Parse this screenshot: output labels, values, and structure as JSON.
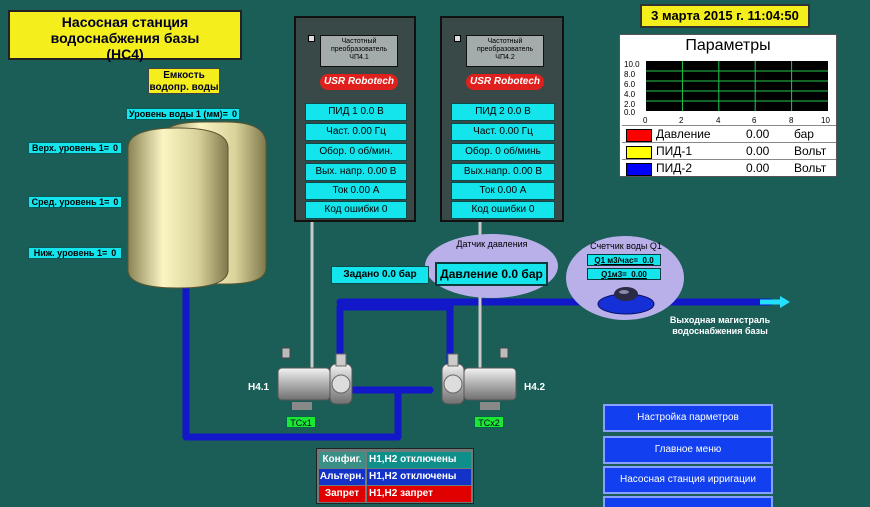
{
  "title": {
    "line1": "Насосная станция",
    "line2": "водоснабжения базы",
    "line3": "(НС4)"
  },
  "datetime": "3 марта 2015 г. 11:04:50",
  "tank": {
    "label_line1": "Емкость",
    "label_line2": "водопр. воды",
    "level_mm_label": "Уровень воды 1 (мм)=",
    "level_mm_value": "0",
    "upper_label": "Верх. уровень 1=",
    "upper_value": "0",
    "middle_label": "Сред. уровень 1=",
    "middle_value": "0",
    "lower_label": "Ниж. уровень 1=",
    "lower_value": "0"
  },
  "params": {
    "title": "Параметры",
    "y_ticks": [
      "10.0",
      "8.0",
      "6.0",
      "4.0",
      "2.0",
      "0.0"
    ],
    "x_ticks": [
      "0",
      "2",
      "4",
      "6",
      "8",
      "10"
    ],
    "legend": [
      {
        "name": "Давление",
        "value": "0.00",
        "unit": "бар",
        "color": "#ff0000"
      },
      {
        "name": "ПИД-1",
        "value": "0.00",
        "unit": "Вольт",
        "color": "#ffff00"
      },
      {
        "name": "ПИД-2",
        "value": "0.00",
        "unit": "Вольт",
        "color": "#0000ff"
      }
    ]
  },
  "vfd1": {
    "label_line1": "Частотный",
    "label_line2": "преобразователь",
    "label_line3": "ЧП4.1",
    "brand": "USR Robotech",
    "fields": [
      "ПИД 1  0.0 В",
      "Част.  0.00 Гц",
      "Обор.  0 об/мин.",
      "Вых. напр.  0.00 В",
      "Ток  0.00 А",
      "Код ошибки  0"
    ]
  },
  "vfd2": {
    "label_line1": "Частотный",
    "label_line2": "преобразователь",
    "label_line3": "ЧП4.2",
    "brand": "USR Robotech",
    "fields": [
      "ПИД 2  0.0 В",
      "Част.  0.00 Гц",
      "Обор.  0 об/минь",
      "Вых.напр.  0.00 В",
      "Ток  0.00 А",
      "Код ошибки  0"
    ]
  },
  "setpoint": "Задано  0.0 бар",
  "pressure_sensor": {
    "caption": "Датчик давления",
    "value_text": "Давление   0.0 бар"
  },
  "flow_meter": {
    "caption": "Счетчик воды Q1",
    "rate_label": "Q1 м3/час=",
    "rate_value": "0.0",
    "total_label": "Q1м3=",
    "total_value": "0.00"
  },
  "main_line": {
    "line1": "Выходная магистраль",
    "line2": "водоснабжения базы"
  },
  "pump1": {
    "label": "Н4.1",
    "tc": "ТСх1"
  },
  "pump2": {
    "label": "Н4.2",
    "tc": "ТСх2"
  },
  "status": [
    {
      "key": "Конфиг.",
      "value": "Н1,Н2 отключены",
      "key_bg": "#3a8f87",
      "val_bg": "#0e8f8a"
    },
    {
      "key": "Альтерн.",
      "value": "Н1,Н2 отключены",
      "key_bg": "#1232c8",
      "val_bg": "#1232c8"
    },
    {
      "key": "Запрет",
      "value": "Н1,Н2 запрет",
      "key_bg": "#e00000",
      "val_bg": "#e00000"
    }
  ],
  "nav": {
    "settings": "Настройка парметров",
    "main_menu": "Главное меню",
    "irrigation": "Насосная станция ирригации"
  }
}
